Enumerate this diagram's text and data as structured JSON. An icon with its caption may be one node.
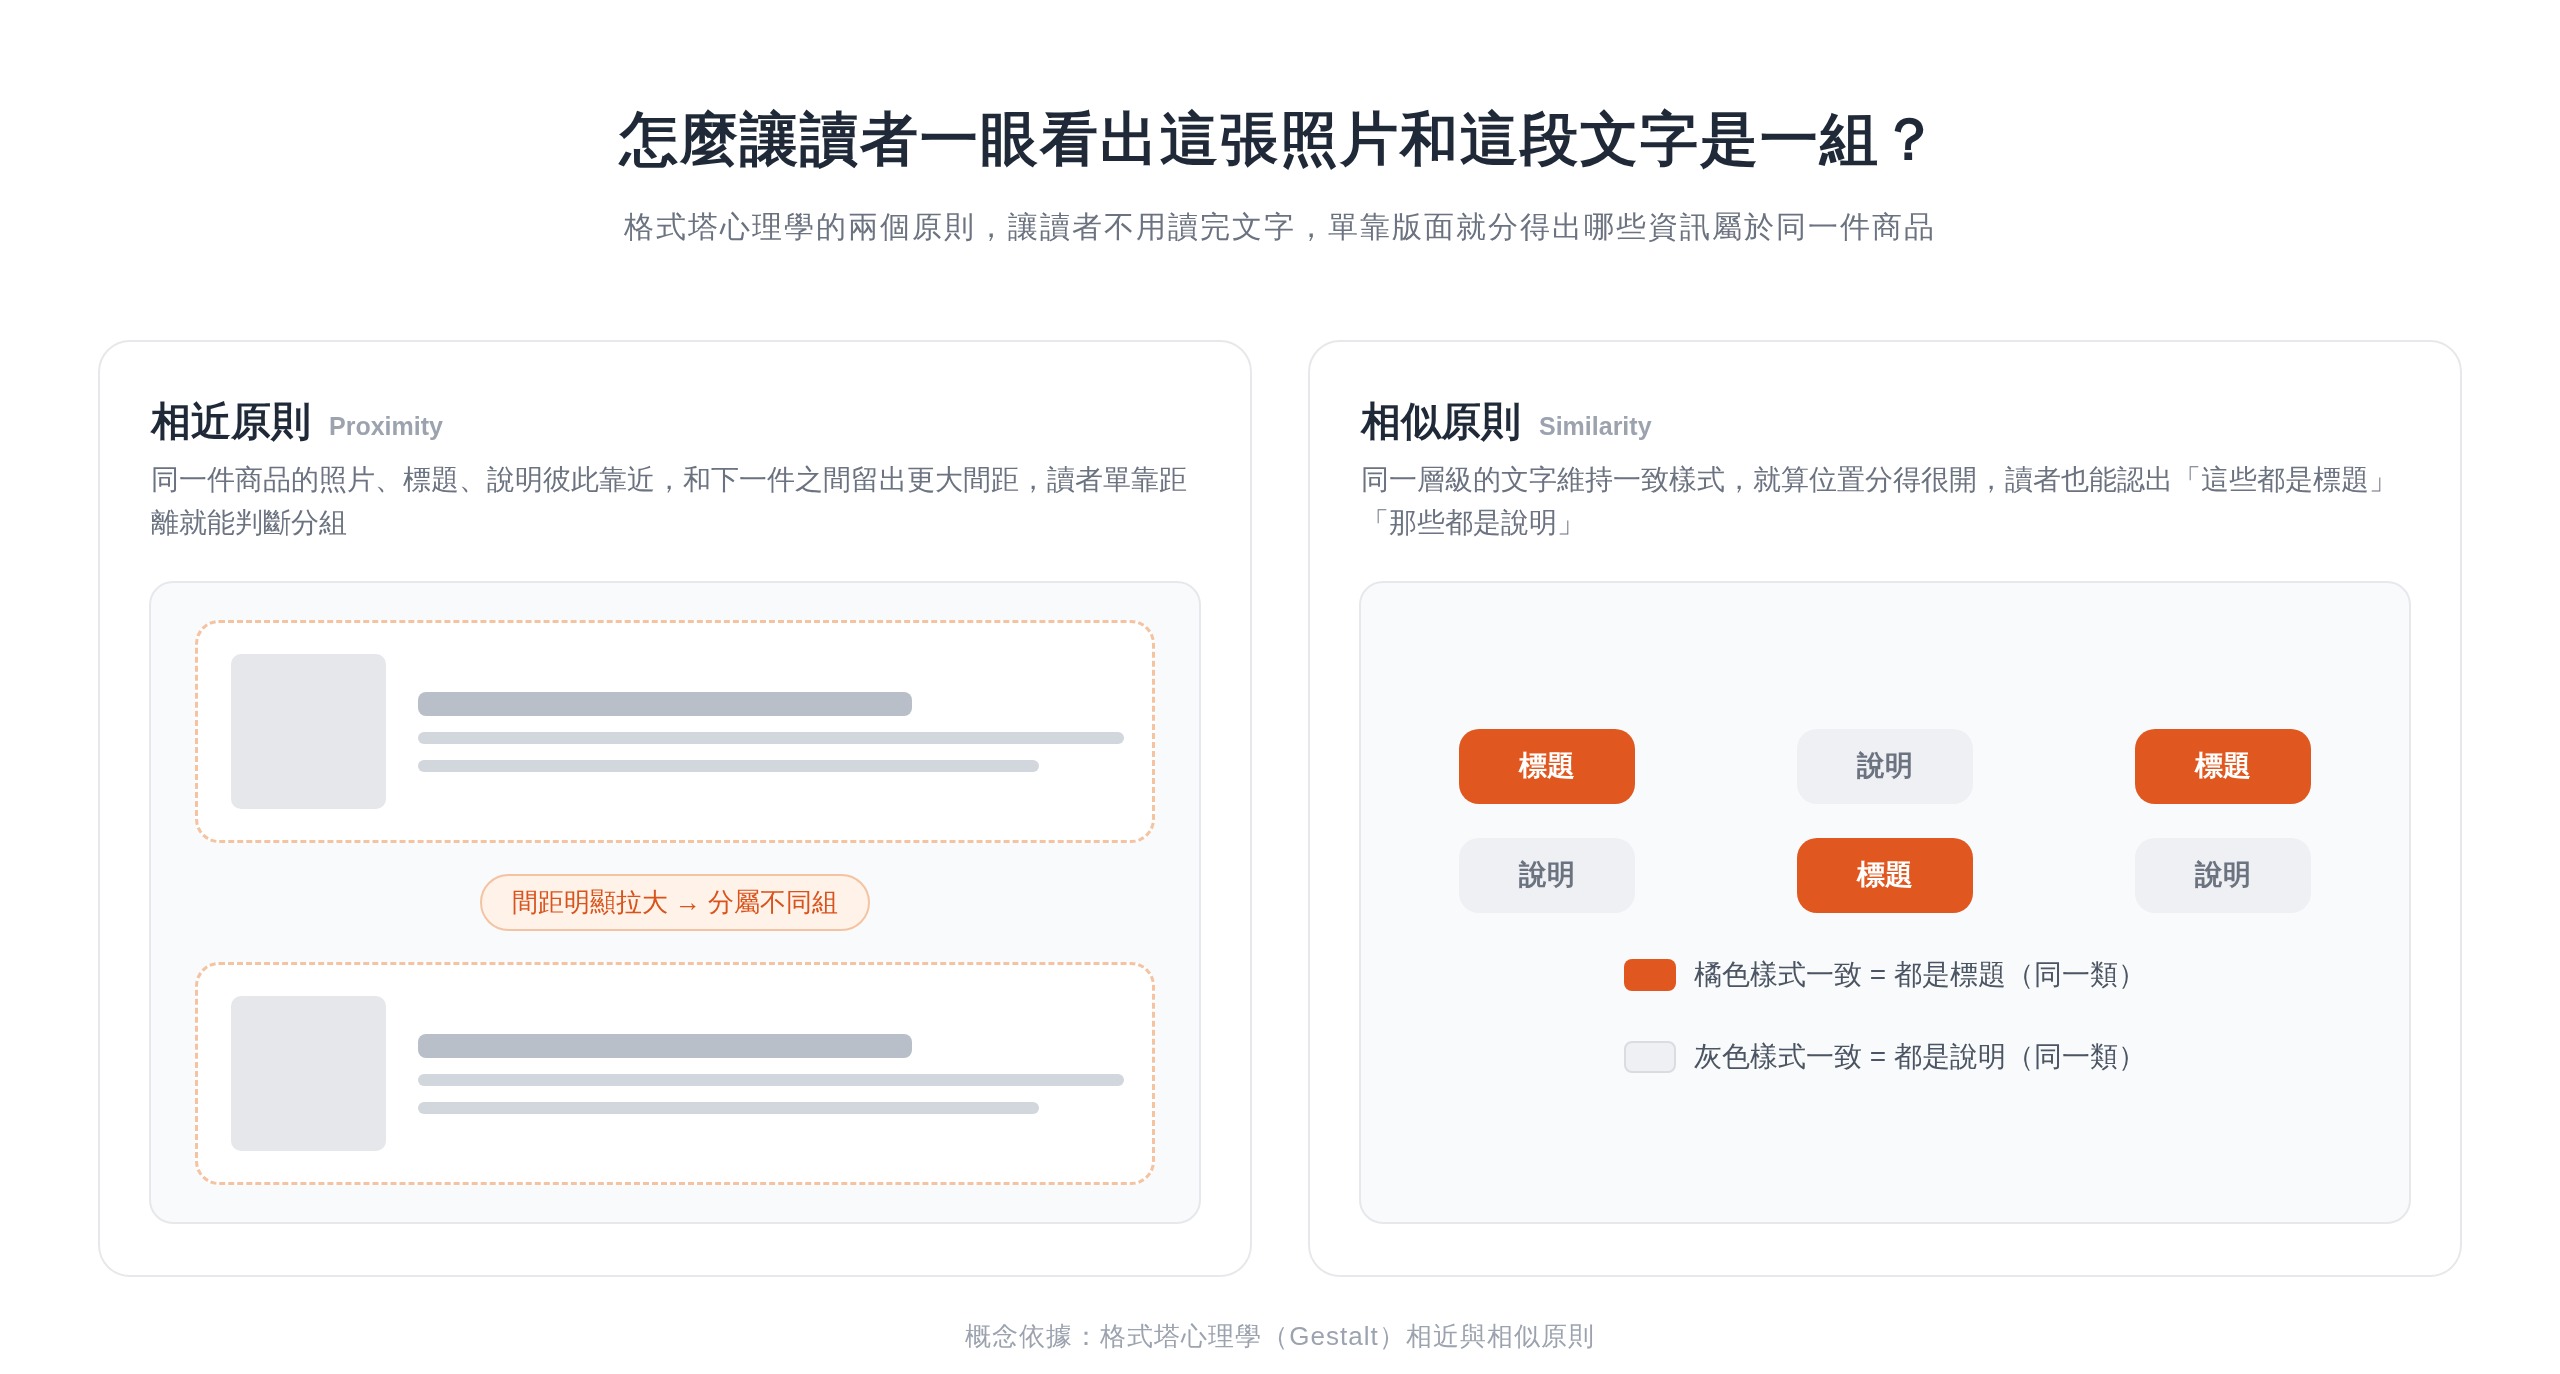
{
  "diagram": {
    "title": "怎麼讓讀者一眼看出這張照片和這段文字是一組？",
    "caption": "概念依據：格式塔心理學（Gestalt）相近與相似原則",
    "nodes": [
      {
        "text": [
          "相近原則",
          "Proximity",
          "同一件商品的照片、標題、說明彼此靠近，和下一件之間留出更大間距，讀者單靠距離就能判斷分組"
        ]
      },
      {
        "text": [
          "相似原則",
          "Similarity",
          "同一層級的文字維持一致樣式，就算位置分得很開，讀者也能認出「這些都是標題」「那些都是說明」"
        ]
      },
      {
        "text": [],
        "shape": "box",
        "in": 0
      },
      {
        "text": [
          "間距明顯拉大 → 分屬不同組"
        ],
        "in": 0
      },
      {
        "text": [],
        "shape": "box",
        "in": 0
      },
      {
        "text": [
          "標題"
        ],
        "in": 1
      },
      {
        "text": [
          "說明"
        ],
        "in": 1
      },
      {
        "text": [
          "標題"
        ],
        "in": 1
      },
      {
        "text": [
          "說明"
        ],
        "in": 1
      },
      {
        "text": [
          "標題"
        ],
        "in": 1
      },
      {
        "text": [
          "說明"
        ],
        "in": 1
      }
    ],
    "labels": [
      "格式塔心理學的兩個原則，讓讀者不用讀完文字，單靠版面就分得出哪些資訊屬於同一件商品"
    ],
    "legend": [
      {
        "text": "橘色樣式一致 = 都是標題（同一類）",
        "color": "#e0581f"
      },
      {
        "text": "灰色樣式一致 = 都是說明（同一類）",
        "color": "#eef0f3"
      }
    ]
  }
}
